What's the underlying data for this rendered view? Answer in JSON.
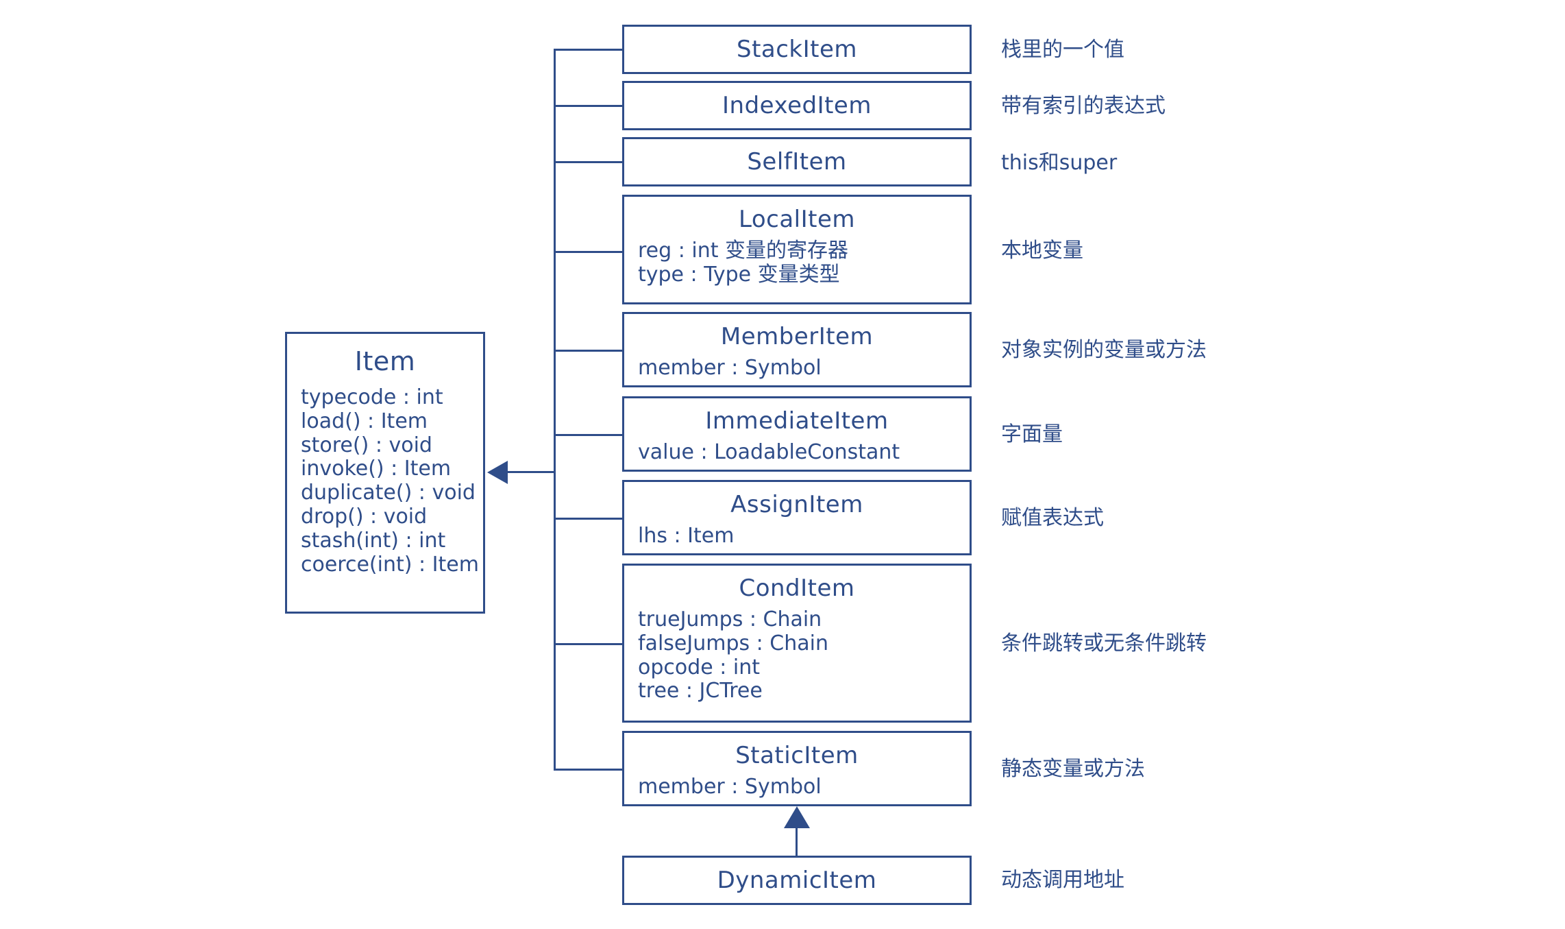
{
  "diagram": {
    "type": "uml-class-diagram",
    "accent_color": "#2f4d89",
    "background_color": "#ffffff",
    "base_class": {
      "name": "Item",
      "members": [
        "typecode : int",
        "load() : Item",
        "store() : void",
        "invoke() : Item",
        "duplicate() : void",
        "drop() : void",
        "stash(int) : int",
        "coerce(int) : Item"
      ]
    },
    "subclasses": [
      {
        "name": "StackItem",
        "members": [],
        "annotation": "栈里的一个值"
      },
      {
        "name": "IndexedItem",
        "members": [],
        "annotation": "带有索引的表达式"
      },
      {
        "name": "SelfItem",
        "members": [],
        "annotation": "this和super"
      },
      {
        "name": "LocalItem",
        "members": [
          "reg : int 变量的寄存器",
          "type : Type 变量类型"
        ],
        "annotation": "本地变量"
      },
      {
        "name": "MemberItem",
        "members": [
          "member : Symbol"
        ],
        "annotation": "对象实例的变量或方法"
      },
      {
        "name": "ImmediateItem",
        "members": [
          "value : LoadableConstant"
        ],
        "annotation": "字面量"
      },
      {
        "name": "AssignItem",
        "members": [
          "lhs : Item"
        ],
        "annotation": "赋值表达式"
      },
      {
        "name": "CondItem",
        "members": [
          "trueJumps : Chain",
          "falseJumps : Chain",
          "opcode : int",
          "tree : JCTree"
        ],
        "annotation": "条件跳转或无条件跳转"
      },
      {
        "name": "StaticItem",
        "members": [
          "member : Symbol"
        ],
        "annotation": "静态变量或方法"
      }
    ],
    "leaf_class": {
      "name": "DynamicItem",
      "members": [],
      "annotation": "动态调用地址"
    },
    "relations": [
      {
        "from": "subclasses",
        "to": "Item",
        "kind": "generalization"
      },
      {
        "from": "DynamicItem",
        "to": "StaticItem",
        "kind": "generalization"
      }
    ]
  }
}
